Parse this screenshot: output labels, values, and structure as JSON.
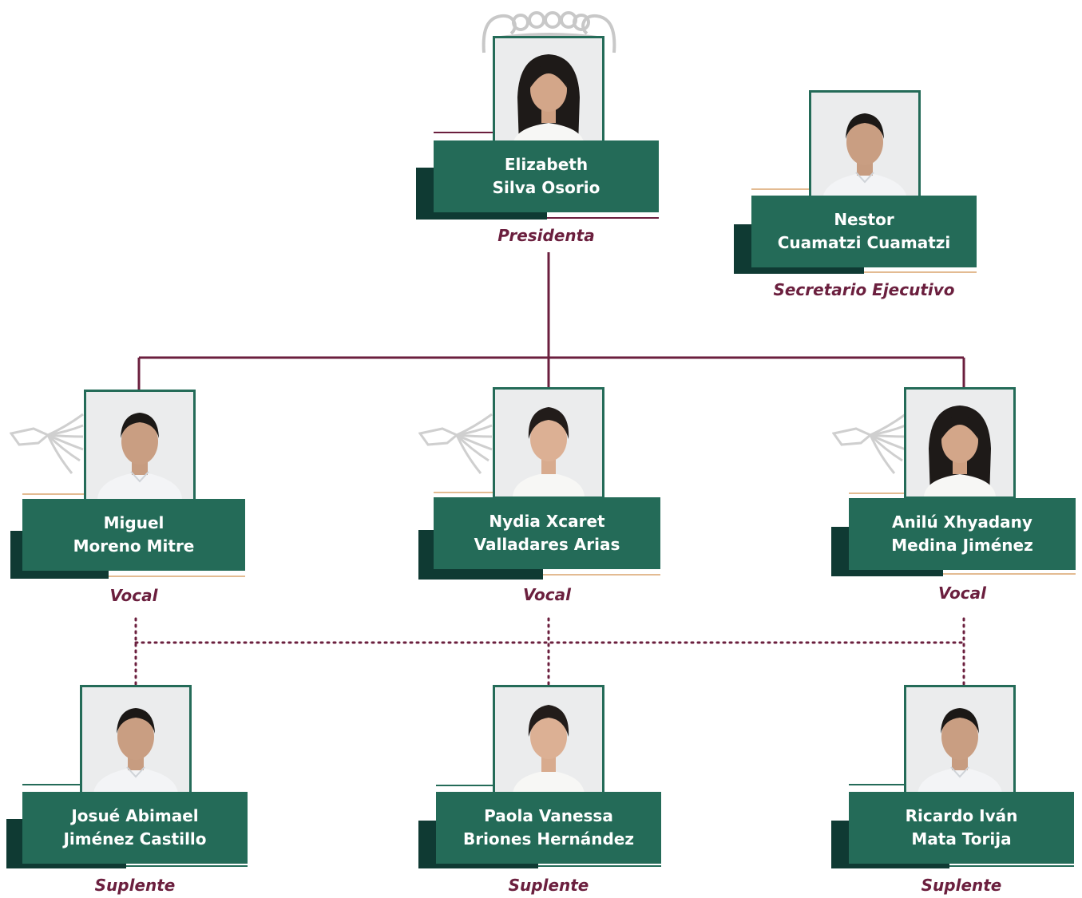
{
  "colors": {
    "card_green": "#246b58",
    "card_shadow": "#0f3a33",
    "role_text": "#6b1f3e",
    "connector": "#6b1f3e",
    "accent_gold": "#e3bb92"
  },
  "members": [
    {
      "id": "presidenta",
      "first_line": "Elizabeth",
      "second_line": "Silva Osorio",
      "role": "Presidenta",
      "portrait": "woman-long-dark-hair-portrait"
    },
    {
      "id": "secretario",
      "first_line": "Nestor",
      "second_line": "Cuamatzi Cuamatzi",
      "role": "Secretario Ejecutivo",
      "portrait": "man-short-hair-portrait"
    },
    {
      "id": "vocal-1",
      "first_line": "Miguel",
      "second_line": "Moreno Mitre",
      "role": "Vocal",
      "portrait": "man-short-hair-portrait"
    },
    {
      "id": "vocal-2",
      "first_line": "Nydia Xcaret",
      "second_line": "Valladares Arias",
      "role": "Vocal",
      "portrait": "woman-hair-pulled-back-portrait"
    },
    {
      "id": "vocal-3",
      "first_line": "Anilú Xhyadany",
      "second_line": "Medina Jiménez",
      "role": "Vocal",
      "portrait": "woman-long-dark-hair-portrait"
    },
    {
      "id": "suplente-1",
      "first_line": "Josué Abimael",
      "second_line": "Jiménez Castillo",
      "role": "Suplente",
      "portrait": "man-short-hair-portrait"
    },
    {
      "id": "suplente-2",
      "first_line": "Paola Vanessa",
      "second_line": "Briones Hernández",
      "role": "Suplente",
      "portrait": "woman-hair-pulled-back-portrait"
    },
    {
      "id": "suplente-3",
      "first_line": "Ricardo Iván",
      "second_line": "Mata Torija",
      "role": "Suplente",
      "portrait": "man-short-hair-portrait"
    }
  ]
}
